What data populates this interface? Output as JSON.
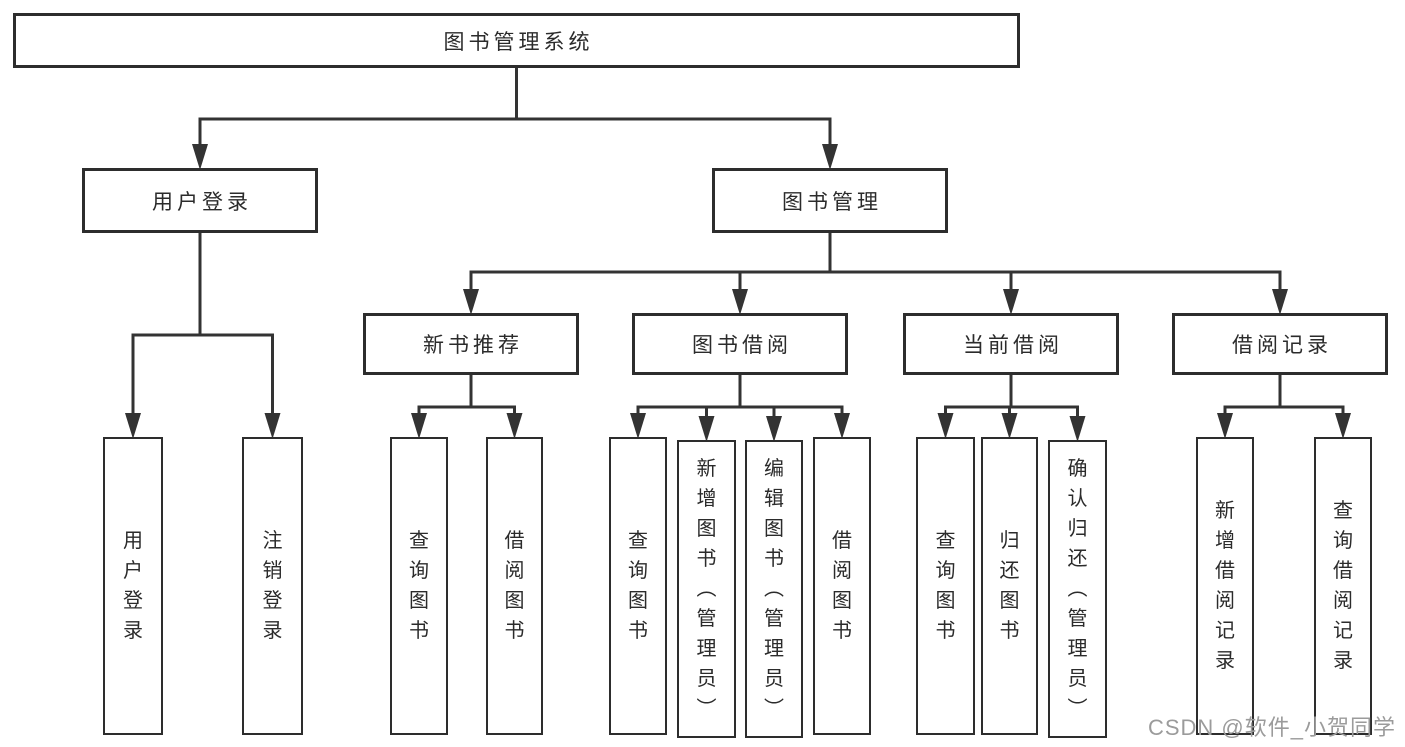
{
  "title": "图书管理系统",
  "watermark": {
    "text": "CSDN @软件_小贺同学"
  },
  "colors": {
    "line": "#333333",
    "box_border": "#2d2d2d",
    "box_text": "#2b2b2b",
    "watermark": "#9b9b9b",
    "background": "#ffffff"
  },
  "nodes": [
    {
      "id": "library-management-system",
      "label": "图书管理系统",
      "parent": null
    },
    {
      "id": "user-login",
      "label": "用户登录",
      "parent": "library-management-system"
    },
    {
      "id": "book-management",
      "label": "图书管理",
      "parent": "library-management-system"
    },
    {
      "id": "user-login-action",
      "label": "用户登录",
      "parent": "user-login"
    },
    {
      "id": "logout",
      "label": "注销登录",
      "parent": "user-login"
    },
    {
      "id": "new-book-recommendation",
      "label": "新书推荐",
      "parent": "book-management"
    },
    {
      "id": "book-borrowing",
      "label": "图书借阅",
      "parent": "book-management"
    },
    {
      "id": "current-borrowing",
      "label": "当前借阅",
      "parent": "book-management"
    },
    {
      "id": "borrowing-records",
      "label": "借阅记录",
      "parent": "book-management"
    },
    {
      "id": "recommend-query-books",
      "label": "查询图书",
      "parent": "new-book-recommendation"
    },
    {
      "id": "recommend-borrow-books",
      "label": "借阅图书",
      "parent": "new-book-recommendation"
    },
    {
      "id": "borrowing-query-books",
      "label": "查询图书",
      "parent": "book-borrowing"
    },
    {
      "id": "borrowing-add-books",
      "label": "新增图书（管理员）",
      "parent": "book-borrowing"
    },
    {
      "id": "borrowing-edit-books",
      "label": "编辑图书（管理员）",
      "parent": "book-borrowing"
    },
    {
      "id": "borrowing-borrow-books",
      "label": "借阅图书",
      "parent": "book-borrowing"
    },
    {
      "id": "current-query-books",
      "label": "查询图书",
      "parent": "current-borrowing"
    },
    {
      "id": "current-return-books",
      "label": "归还图书",
      "parent": "current-borrowing"
    },
    {
      "id": "current-confirm-return",
      "label": "确认归还（管理员）",
      "parent": "current-borrowing"
    },
    {
      "id": "records-add-record",
      "label": "新增借阅记录",
      "parent": "borrowing-records"
    },
    {
      "id": "records-query-record",
      "label": "查询借阅记录",
      "parent": "borrowing-records"
    }
  ]
}
